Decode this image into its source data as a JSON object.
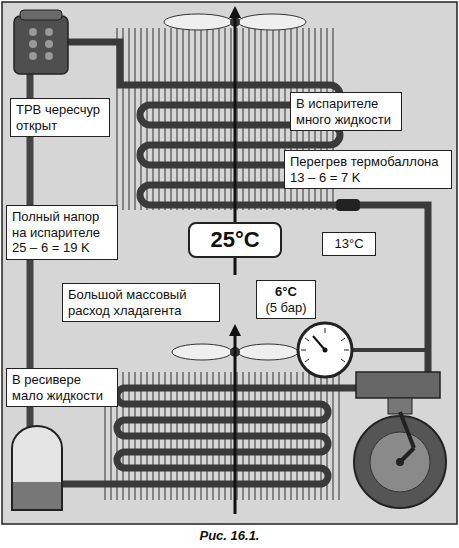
{
  "diagram": {
    "caption": "Рис. 16.1.",
    "nodes": [
      {
        "text": [
          "В испарителе много жидкости"
        ]
      },
      {
        "text": [
          "ТРВ чересчур открыт"
        ]
      },
      {
        "text": [
          "Перегрев термобаллона 13 – 6 = 7 K"
        ]
      },
      {
        "text": [
          "Полный напор на испарителе 25 – 6 = 19 K"
        ]
      },
      {
        "text": [
          "25°C"
        ]
      },
      {
        "text": [
          "13°C"
        ]
      },
      {
        "text": [
          "Большой массовый расход хладагента"
        ]
      },
      {
        "text": [
          "6°C",
          "(5 бар)"
        ]
      },
      {
        "text": [
          "В ресивере мало жидкости"
        ]
      }
    ]
  }
}
